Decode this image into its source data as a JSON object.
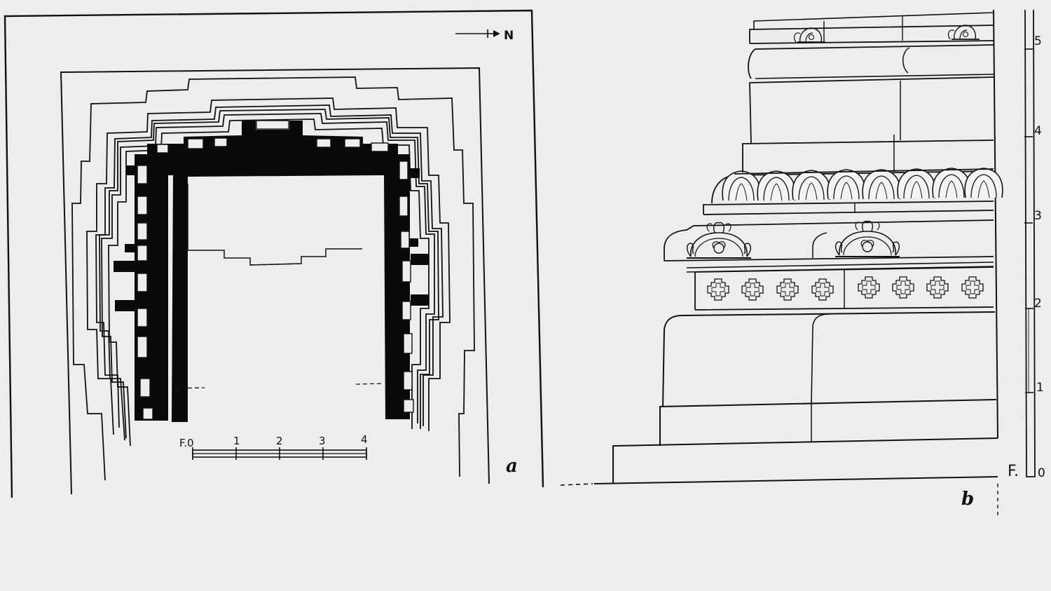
{
  "plan": {
    "north_label": "N",
    "panel_label": "a",
    "scale_origin": "F.0",
    "scale_ticks": [
      "1",
      "2",
      "3",
      "4"
    ]
  },
  "elevation": {
    "panel_label": "b",
    "scale_origin_letter": "F.",
    "scale_ticks": [
      "0",
      "1",
      "2",
      "3",
      "4",
      "5"
    ]
  }
}
